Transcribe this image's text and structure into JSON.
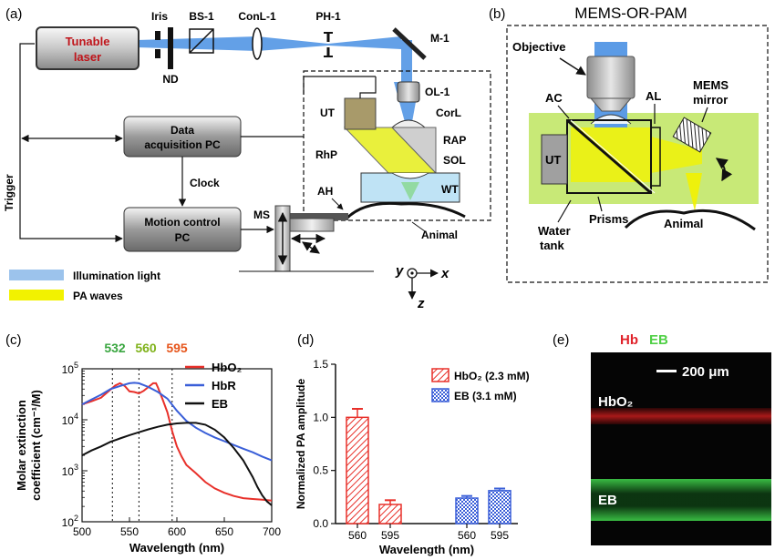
{
  "panels": {
    "a": {
      "letter": "(a)",
      "components": {
        "laser_line1": "Tunable",
        "laser_line2": "laser",
        "iris": "Iris",
        "nd": "ND",
        "bs1": "BS-1",
        "conl1": "ConL-1",
        "ph1": "PH-1",
        "m1": "M-1",
        "ol1": "OL-1",
        "ut": "UT",
        "corl": "CorL",
        "rap": "RAP",
        "rhp": "RhP",
        "sol": "SOL",
        "wt": "WT",
        "ah": "AH",
        "ms": "MS",
        "animal": "Animal",
        "daq_line1": "Data",
        "daq_line2": "acquisition PC",
        "motion_line1": "Motion control",
        "motion_line2": "PC",
        "clock": "Clock",
        "trigger": "Trigger"
      },
      "axes": {
        "x": "x",
        "y": "y",
        "z": "z"
      },
      "legend": {
        "illumination": "Illumination light",
        "pa": "PA waves"
      }
    },
    "b": {
      "letter": "(b)",
      "title": "MEMS-OR-PAM",
      "labels": {
        "objective": "Objective",
        "ac": "AC",
        "al": "AL",
        "mems_line1": "MEMS",
        "mems_line2": "mirror",
        "ut": "UT",
        "water_line1": "Water",
        "water_line2": "tank",
        "prisms": "Prisms",
        "animal": "Animal"
      }
    },
    "c": {
      "letter": "(c)",
      "wavelength_marks": [
        {
          "label": "532",
          "value": 532,
          "color": "#3aa640"
        },
        {
          "label": "560",
          "value": 560,
          "color": "#7fb21a"
        },
        {
          "label": "595",
          "value": 595,
          "color": "#e6551b"
        }
      ],
      "chart_data": {
        "type": "line",
        "xlabel": "Wavelength (nm)",
        "ylabel_line1": "Molar extinction",
        "ylabel_line2": "coefficient (cm⁻¹/M)",
        "xlim": [
          500,
          700
        ],
        "ylim": [
          100,
          100000
        ],
        "yscale": "log",
        "xticks": [
          "500",
          "550",
          "600",
          "650",
          "700"
        ],
        "yticks": [
          {
            "base": "10",
            "exp": "2",
            "value": 100
          },
          {
            "base": "10",
            "exp": "3",
            "value": 1000
          },
          {
            "base": "10",
            "exp": "4",
            "value": 10000
          },
          {
            "base": "10",
            "exp": "5",
            "value": 100000
          }
        ],
        "legend_position": "top-right",
        "series": [
          {
            "name": "HbO₂",
            "color": "#e8302a",
            "x": [
              500,
              510,
              520,
              530,
              535,
              540,
              545,
              550,
              555,
              560,
              565,
              570,
              575,
              578,
              580,
              585,
              590,
              595,
              600,
              605,
              610,
              620,
              630,
              640,
              650,
              660,
              670,
              680,
              690,
              700
            ],
            "y": [
              20000,
              23000,
              27000,
              39000,
              47000,
              52000,
              46000,
              36000,
              35000,
              33000,
              37000,
              44000,
              52000,
              52000,
              43000,
              25000,
              14000,
              6000,
              3000,
              1900,
              1300,
              900,
              600,
              450,
              370,
              320,
              290,
              280,
              270,
              260
            ]
          },
          {
            "name": "HbR",
            "color": "#3a5fd8",
            "x": [
              500,
              510,
              520,
              530,
              540,
              550,
              555,
              560,
              570,
              580,
              590,
              600,
              610,
              620,
              630,
              640,
              650,
              660,
              670,
              680,
              690,
              700
            ],
            "y": [
              20000,
              25000,
              31000,
              40000,
              46000,
              52000,
              53000,
              52000,
              44000,
              35000,
              26000,
              15000,
              9500,
              7000,
              5500,
              4500,
              3800,
              3200,
              2700,
              2300,
              1900,
              1600
            ]
          },
          {
            "name": "EB",
            "color": "#111111",
            "x": [
              500,
              510,
              520,
              530,
              540,
              550,
              560,
              570,
              580,
              590,
              600,
              610,
              620,
              630,
              640,
              650,
              660,
              670,
              680,
              685,
              690,
              695,
              700
            ],
            "y": [
              2000,
              2500,
              3000,
              3700,
              4300,
              5000,
              5700,
              6500,
              7300,
              8000,
              8500,
              8700,
              8700,
              8000,
              6400,
              4500,
              2800,
              1600,
              750,
              480,
              330,
              250,
              210
            ]
          }
        ]
      }
    },
    "d": {
      "letter": "(d)",
      "chart_data": {
        "type": "bar",
        "ylabel": "Normalized PA amplitude",
        "xlabel": "Wavelength (nm)",
        "ylim": [
          0,
          1.5
        ],
        "yticks": [
          "0.0",
          "0.5",
          "1.0",
          "1.5"
        ],
        "legend_position": "top-right",
        "series": [
          {
            "name": "HbO₂ (2.3 mM)",
            "color": "#e8302a",
            "categories": [
              "560",
              "595"
            ],
            "values": [
              1.0,
              0.18
            ],
            "errors": [
              0.08,
              0.04
            ]
          },
          {
            "name": "EB (3.1 mM)",
            "color": "#3a5fd8",
            "categories": [
              "560",
              "595"
            ],
            "values": [
              0.24,
              0.31
            ],
            "errors": [
              0.02,
              0.02
            ]
          }
        ]
      }
    },
    "e": {
      "letter": "(e)",
      "title_hb": "Hb",
      "title_eb": "EB",
      "scale_bar": "200 μm",
      "label_hbo2": "HbO₂",
      "label_eb": "EB"
    }
  },
  "colors": {
    "illumination": "#4a90e2",
    "pa_wave": "#f2f200",
    "water_green": "#b5e24a",
    "laser_text": "#c0141a",
    "box_dark": "#777777"
  }
}
